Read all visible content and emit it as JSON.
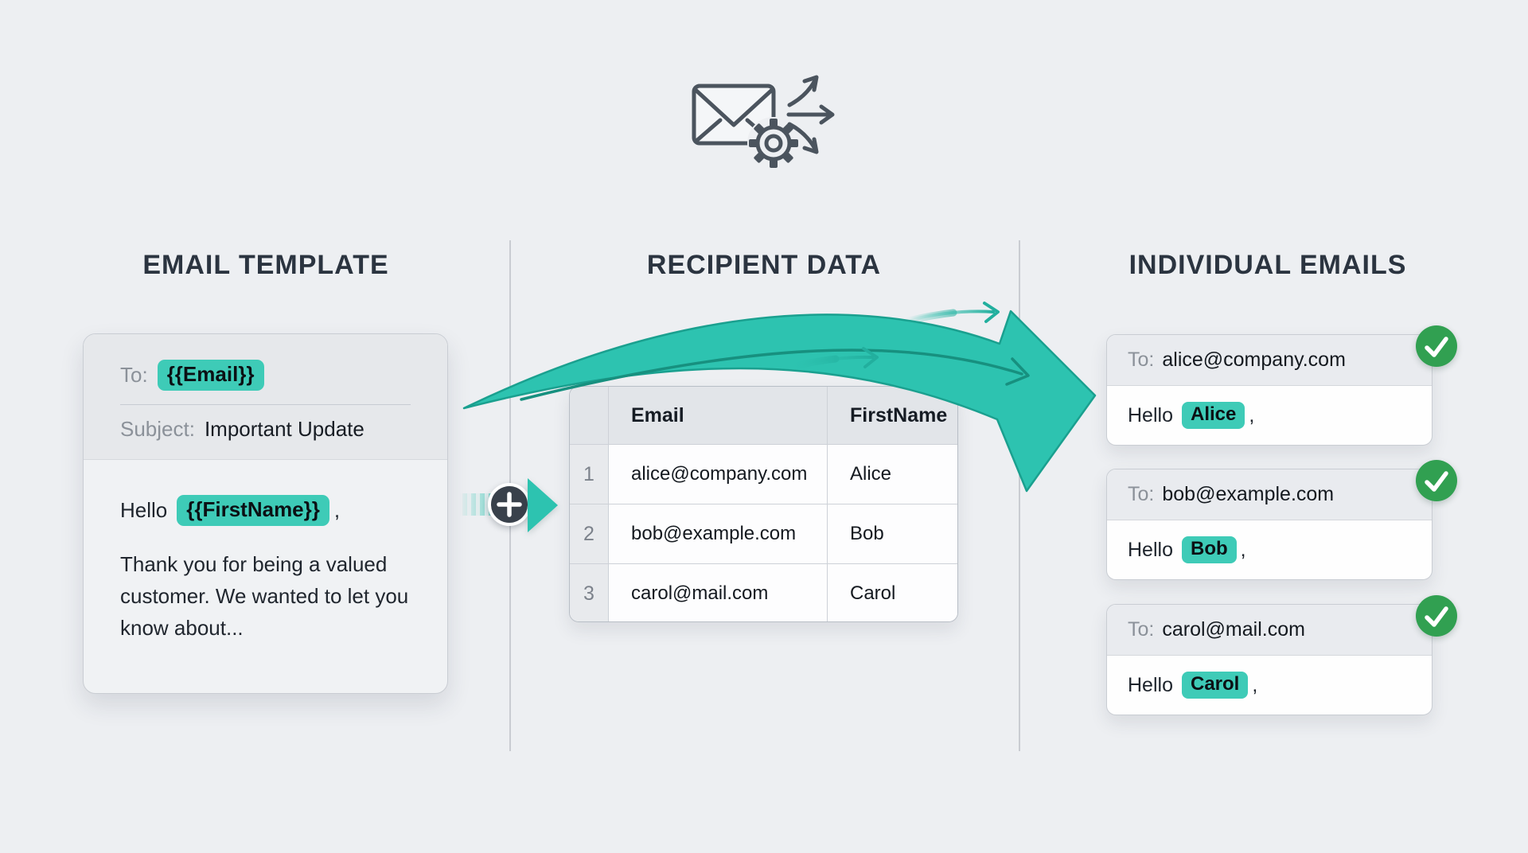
{
  "colors": {
    "background": "#edeff2",
    "accent_teal": "#2dc3b0",
    "highlight_chip_teal": "#3ecbb7",
    "check_green": "#31a051",
    "heading_text": "#2b3440",
    "icon_gray": "#4b545e"
  },
  "header_icon": "mail-merge-icon (envelope + gear + fan-out arrows)",
  "columns": {
    "template": {
      "heading": "EMAIL TEMPLATE"
    },
    "recipients": {
      "heading": "RECIPIENT DATA"
    },
    "individual": {
      "heading": "INDIVIDUAL EMAILS"
    }
  },
  "template_card": {
    "to_label": "To:",
    "to_variable": "{{Email}}",
    "subject_label": "Subject:",
    "subject_value": "Important Update",
    "greeting_prefix": "Hello",
    "greeting_variable": "{{FirstName}}",
    "greeting_suffix": ",",
    "body_text": "Thank you for being a valued customer. We wanted to let you know about..."
  },
  "recipient_table": {
    "headers": {
      "email": "Email",
      "first_name": "FirstName"
    },
    "rows": [
      {
        "num": "1",
        "email": "alice@company.com",
        "first_name": "Alice"
      },
      {
        "num": "2",
        "email": "bob@example.com",
        "first_name": "Bob"
      },
      {
        "num": "3",
        "email": "carol@mail.com",
        "first_name": "Carol"
      }
    ]
  },
  "individual_emails": [
    {
      "to_label": "To:",
      "to_address": "alice@company.com",
      "greeting_prefix": "Hello",
      "name": "Alice",
      "greeting_suffix": ","
    },
    {
      "to_label": "To:",
      "to_address": "bob@example.com",
      "greeting_prefix": "Hello",
      "name": "Bob",
      "greeting_suffix": ","
    },
    {
      "to_label": "To:",
      "to_address": "carol@mail.com",
      "greeting_prefix": "Hello",
      "name": "Carol",
      "greeting_suffix": ","
    }
  ]
}
